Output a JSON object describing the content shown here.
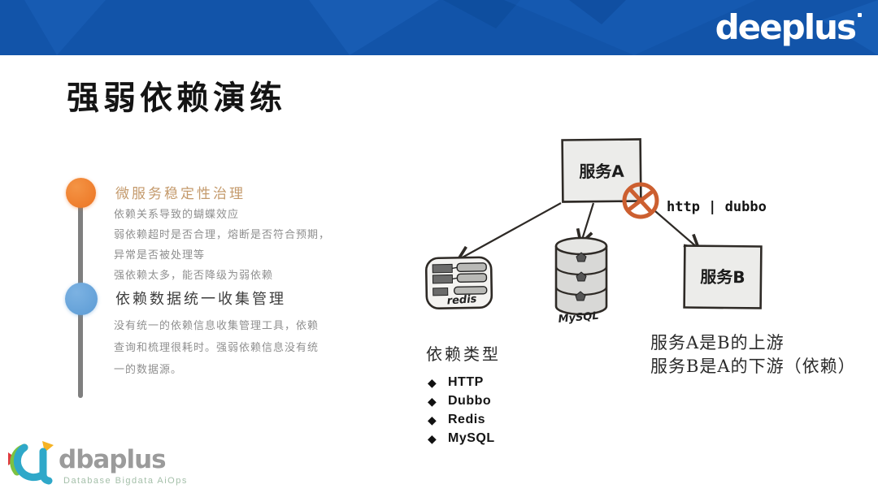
{
  "header": {
    "brand": "deeplus"
  },
  "page_title": "强弱依赖演练",
  "timeline": {
    "items": [
      {
        "title": "微服务稳定性治理",
        "dot_color": "#ED7D31",
        "lines": [
          "依赖关系导致的蝴蝶效应",
          "弱依赖超时是否合理，熔断是否符合预期，",
          "异常是否被处理等",
          "强依赖太多，能否降级为弱依赖"
        ]
      },
      {
        "title": "依赖数据统一收集管理",
        "dot_color": "#5B9BD5",
        "lines": [
          "没有统一的依赖信息收集管理工具，依赖",
          "查询和梳理很耗时。强弱依赖信息没有统",
          "一的数据源。"
        ]
      }
    ]
  },
  "diagram": {
    "service_a": "服务A",
    "service_b": "服务B",
    "redis_label": "redis",
    "mysql_label": "MySQL",
    "edge_label": "http | dubbo"
  },
  "dependency_types": {
    "heading": "依赖类型",
    "bullet": "◆",
    "items": [
      "HTTP",
      "Dubbo",
      "Redis",
      "MySQL"
    ]
  },
  "relation_note": {
    "line1": "服务A是B的上游",
    "line2": "服务B是A的下游（依赖）"
  },
  "footer": {
    "brand": "dbaplus",
    "tagline": "Database Bigdata AiOps"
  },
  "colors": {
    "header_blue": "#1254A9",
    "header_blue_light": "#1B61BA",
    "milestone1_title": "#C49A6C",
    "orange_dot": "#ED7D31",
    "blue_dot": "#5B9BD5",
    "x_mark": "#CC5F30",
    "body_text_gray": "#8f8f8f",
    "logo_teal": "#2FA8C9",
    "logo_green": "#7DC242",
    "logo_red": "#E03A3E",
    "logo_yellow": "#F5B324"
  }
}
